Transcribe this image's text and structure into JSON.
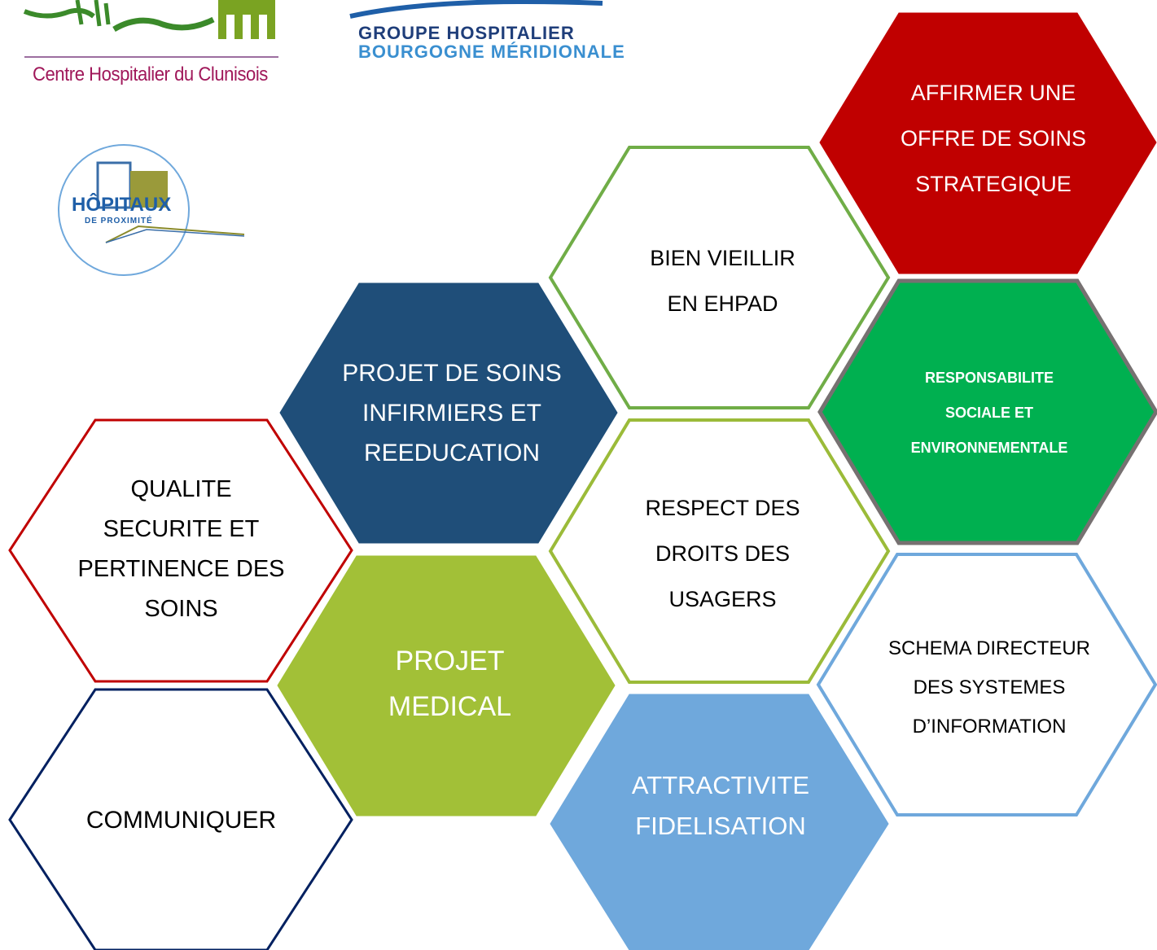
{
  "logos": {
    "clunisois": {
      "caption": "Centre Hospitalier du Clunisois"
    },
    "ghbm": {
      "line1": "GROUPE HOSPITALIER",
      "line2": "BOURGOGNE MÉRIDIONALE"
    },
    "hopitaux": {
      "word1": "HÔPITAUX",
      "word2": "DE PROXIMITÉ"
    }
  },
  "hexagons": [
    {
      "id": "affirmer",
      "lines": [
        "AFFIRMER UNE",
        "OFFRE DE SOINS",
        "STRATEGIQUE"
      ],
      "fill": "#c00000",
      "stroke": "#c00000",
      "text_color": "#ffffff"
    },
    {
      "id": "bien-vieillir",
      "lines": [
        "BIEN VIEILLIR",
        "EN EHPAD"
      ],
      "fill": "#ffffff",
      "stroke": "#70ad47",
      "text_color": "#000000"
    },
    {
      "id": "projet-soins",
      "lines": [
        "PROJET DE SOINS",
        "INFIRMIERS ET",
        "REEDUCATION"
      ],
      "fill": "#1f4e79",
      "stroke": "#1f4e79",
      "text_color": "#ffffff"
    },
    {
      "id": "rse",
      "lines": [
        "RESPONSABILITE",
        "SOCIALE ET",
        "ENVIRONNEMENTALE"
      ],
      "fill": "#00b050",
      "stroke": "#767171",
      "text_color": "#ffffff"
    },
    {
      "id": "qualite",
      "lines": [
        "QUALITE",
        "SECURITE ET",
        "PERTINENCE DES",
        "SOINS"
      ],
      "fill": "#ffffff",
      "stroke": "#c00000",
      "text_color": "#000000"
    },
    {
      "id": "respect",
      "lines": [
        "RESPECT DES",
        "DROITS DES",
        "USAGERS"
      ],
      "fill": "#ffffff",
      "stroke": "#9bbb39",
      "text_color": "#000000"
    },
    {
      "id": "projet-medical",
      "lines": [
        "PROJET",
        "MEDICAL"
      ],
      "fill": "#a2c037",
      "stroke": "#a2c037",
      "text_color": "#ffffff"
    },
    {
      "id": "sdsi",
      "lines": [
        "SCHEMA DIRECTEUR",
        "DES SYSTEMES",
        "D’INFORMATION"
      ],
      "fill": "#ffffff",
      "stroke": "#6fa8dc",
      "text_color": "#000000"
    },
    {
      "id": "communiquer",
      "lines": [
        "COMMUNIQUER"
      ],
      "fill": "#ffffff",
      "stroke": "#002060",
      "text_color": "#000000"
    },
    {
      "id": "attractivite",
      "lines": [
        "ATTRACTIVITE",
        "FIDELISATION"
      ],
      "fill": "#6fa8dc",
      "stroke": "#6fa8dc",
      "text_color": "#ffffff"
    }
  ]
}
